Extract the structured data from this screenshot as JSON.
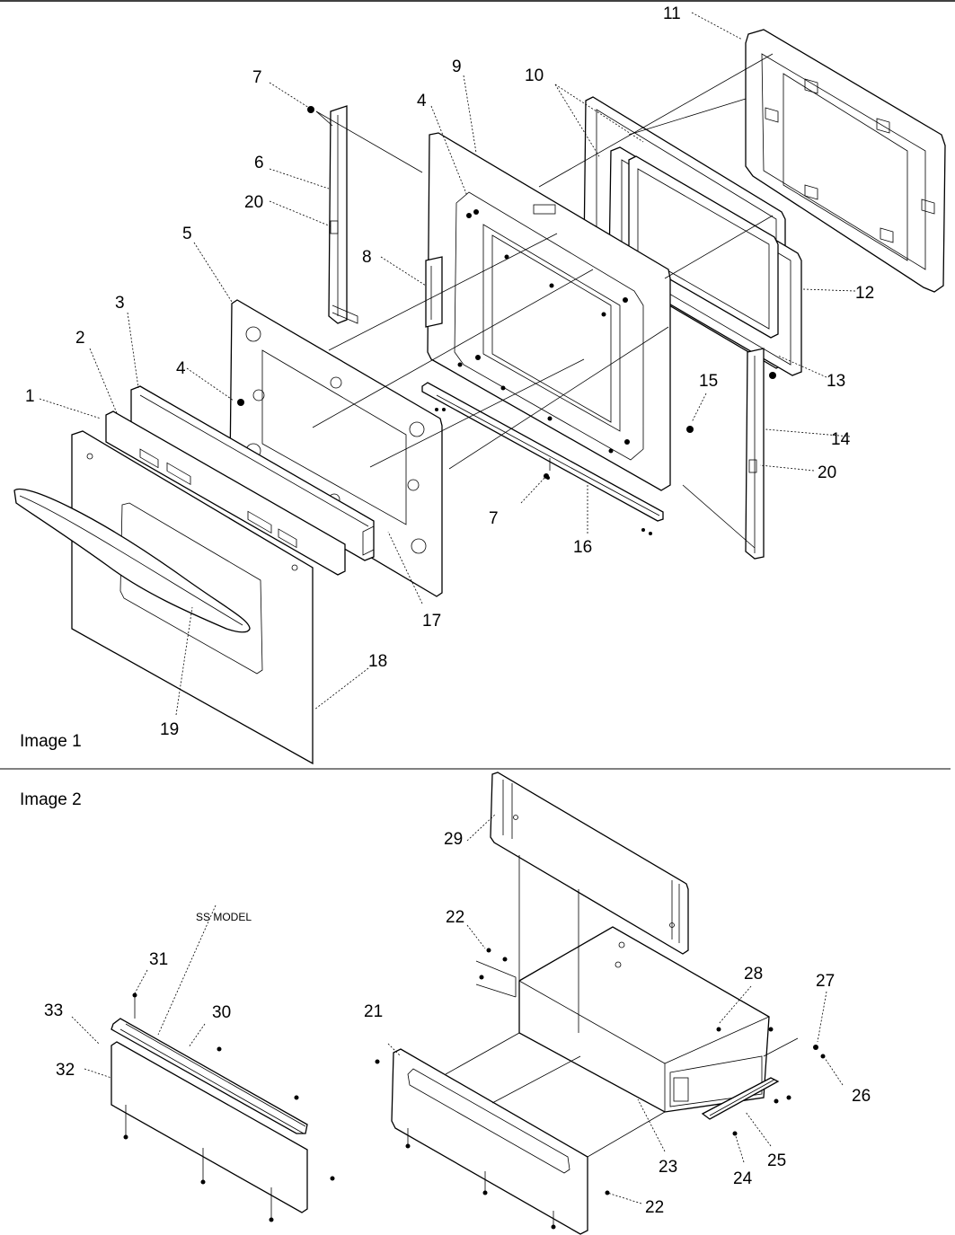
{
  "image1": {
    "title": "Image 1",
    "labels": [
      "1",
      "2",
      "3",
      "4",
      "4",
      "5",
      "6",
      "7",
      "7",
      "8",
      "9",
      "10",
      "11",
      "12",
      "13",
      "14",
      "15",
      "16",
      "17",
      "18",
      "19",
      "20",
      "20"
    ]
  },
  "image2": {
    "title": "Image 2",
    "ss_model": "SS MODEL",
    "labels": [
      "21",
      "22",
      "22",
      "23",
      "24",
      "25",
      "26",
      "27",
      "28",
      "29",
      "30",
      "31",
      "32",
      "33"
    ]
  }
}
